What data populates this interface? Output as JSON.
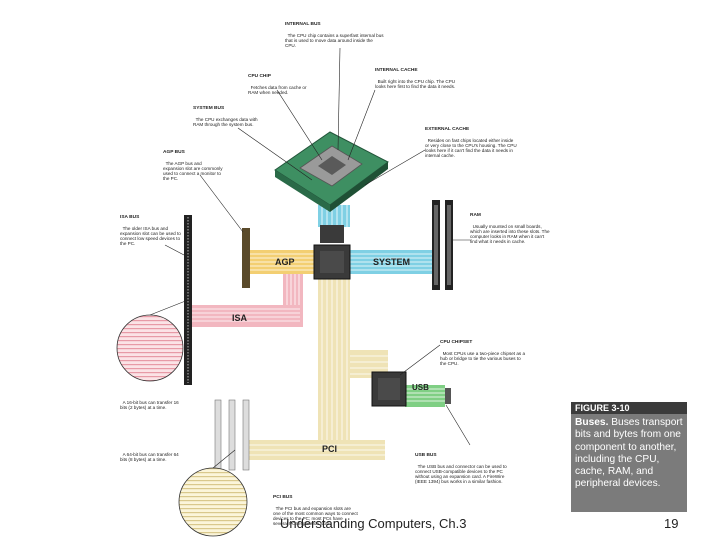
{
  "bus_tags": {
    "agp": "AGP",
    "system": "SYSTEM",
    "isa": "ISA",
    "pci": "PCI",
    "usb": "USB"
  },
  "labels": {
    "internal_bus": {
      "title": "INTERNAL BUS",
      "text": "The CPU chip contains a superfast internal bus that is used to move data around inside the CPU."
    },
    "cpu_chip": {
      "title": "CPU CHIP",
      "text": "Fetches data from cache or RAM when needed."
    },
    "internal_cache": {
      "title": "INTERNAL CACHE",
      "text": "Built right into the CPU chip. The CPU looks here first to find the data it needs."
    },
    "system_bus": {
      "title": "SYSTEM BUS",
      "text": "The CPU exchanges data with RAM through the system bus."
    },
    "external_cache": {
      "title": "EXTERNAL CACHE",
      "text": "Resides on fast chips located either inside or very close to the CPU's housing. The CPU looks here if it can't find the data it needs in internal cache."
    },
    "agp_bus": {
      "title": "AGP BUS",
      "text": "The AGP bus and expansion slot are commonly used to connect a monitor to the PC."
    },
    "isa_bus": {
      "title": "ISA BUS",
      "text": "The older ISA bus and expansion slot can be used to connect low speed devices to the PC."
    },
    "ram": {
      "title": "RAM",
      "text": "Usually mounted on small boards, which are inserted into these slots. The computer looks in RAM when it can't find what it needs in cache."
    },
    "cpu_chipset": {
      "title": "CPU CHIPSET",
      "text": "Most CPUs use a two-piece chipset as a hub or bridge to tie the various buses to the CPU."
    },
    "bit16": {
      "title": "",
      "text": "A 16-bit bus can transfer 16 bits (2 bytes) at a time."
    },
    "bit64": {
      "title": "",
      "text": "A 64-bit bus can transfer 64 bits (8 bytes) at a time."
    },
    "usb_bus": {
      "title": "USB BUS",
      "text": "The USB bus and connector can be used to connect USB-compatible devices to the PC without using an expansion card. A FireWire (IEEE 1394) bus works in a similar fashion."
    },
    "pci_bus": {
      "title": "PCI BUS",
      "text": "The PCI bus and expansion slots are one of the most common ways to connect devices to the PC; most PCs have several PCI expansion slots."
    }
  },
  "figure": {
    "heading": "FIGURE 3-10",
    "caption_bold": "Buses.",
    "caption_rest": " Buses transport bits and bytes from one component to another, including the CPU, cache, RAM, and peripheral devices."
  },
  "footer": "Understanding Computers, Ch.3",
  "page_number": "19",
  "colors": {
    "agp": "#f3cf72",
    "system": "#7fd0e4",
    "isa": "#f2b7c0",
    "pci": "#efe3b6",
    "usb": "#7fcf84",
    "cpu_board": "#3e8f62",
    "chip": "#3a3a3a",
    "caption_box": "#7b7b7b"
  }
}
